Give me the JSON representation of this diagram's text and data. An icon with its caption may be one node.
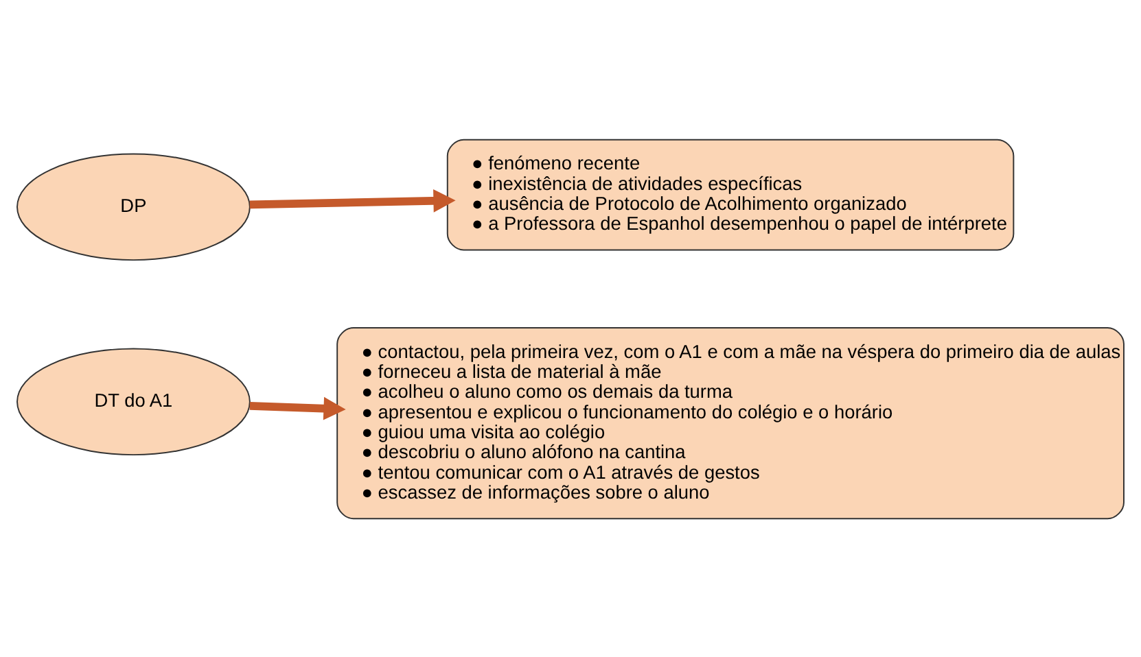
{
  "diagram": {
    "nodes": [
      {
        "text": [
          "DP"
        ]
      },
      {
        "text": [
          "● fenómeno recente",
          "● inexistência de atividades específicas",
          "● ausência de Protocolo de Acolhimento organizado",
          "● a Professora de Espanhol desempenhou o papel de intérprete"
        ]
      },
      {
        "text": [
          "DT do A1"
        ]
      },
      {
        "text": [
          "● contactou, pela primeira vez, com o A1 e com a mãe na véspera do primeiro dia de aulas",
          "● forneceu a lista de material à mãe",
          "● acolheu o aluno como os demais da turma",
          "● apresentou e explicou o funcionamento do colégio e o horário",
          "● guiou uma visita ao colégio",
          "● descobriu o aluno alófono na cantina",
          "● tentou comunicar com o A1 através de gestos",
          "● escassez de informações sobre o aluno"
        ]
      }
    ],
    "edges": [
      {
        "from": 0,
        "to": 1,
        "arrow": "to"
      },
      {
        "from": 2,
        "to": 3,
        "arrow": "to"
      }
    ]
  }
}
